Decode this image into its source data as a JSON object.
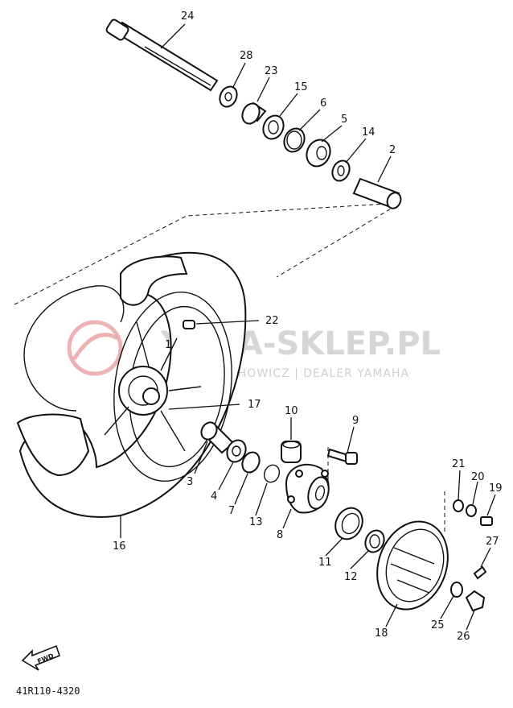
{
  "watermark": {
    "title": "YAMA-SKLEP.PL",
    "subtitle": "CHOWICZ | DEALER YAMAHA",
    "accent_color": "#e8a0a0"
  },
  "diagram": {
    "code": "41R110-4320",
    "fwd_label": "FWD",
    "parts": [
      {
        "id": "p24",
        "label": "24"
      },
      {
        "id": "p28",
        "label": "28"
      },
      {
        "id": "p23",
        "label": "23"
      },
      {
        "id": "p15",
        "label": "15"
      },
      {
        "id": "p6",
        "label": "6"
      },
      {
        "id": "p5",
        "label": "5"
      },
      {
        "id": "p14",
        "label": "14"
      },
      {
        "id": "p2",
        "label": "2"
      },
      {
        "id": "p22",
        "label": "22"
      },
      {
        "id": "p1",
        "label": "1"
      },
      {
        "id": "p17",
        "label": "17"
      },
      {
        "id": "p10",
        "label": "10"
      },
      {
        "id": "p9",
        "label": "9"
      },
      {
        "id": "p3",
        "label": "3"
      },
      {
        "id": "p4",
        "label": "4"
      },
      {
        "id": "p7",
        "label": "7"
      },
      {
        "id": "p13",
        "label": "13"
      },
      {
        "id": "p8",
        "label": "8"
      },
      {
        "id": "p11",
        "label": "11"
      },
      {
        "id": "p12",
        "label": "12"
      },
      {
        "id": "p16",
        "label": "16"
      },
      {
        "id": "p21",
        "label": "21"
      },
      {
        "id": "p20",
        "label": "20"
      },
      {
        "id": "p19",
        "label": "19"
      },
      {
        "id": "p27",
        "label": "27"
      },
      {
        "id": "p18",
        "label": "18"
      },
      {
        "id": "p25",
        "label": "25"
      },
      {
        "id": "p26",
        "label": "26"
      }
    ]
  }
}
